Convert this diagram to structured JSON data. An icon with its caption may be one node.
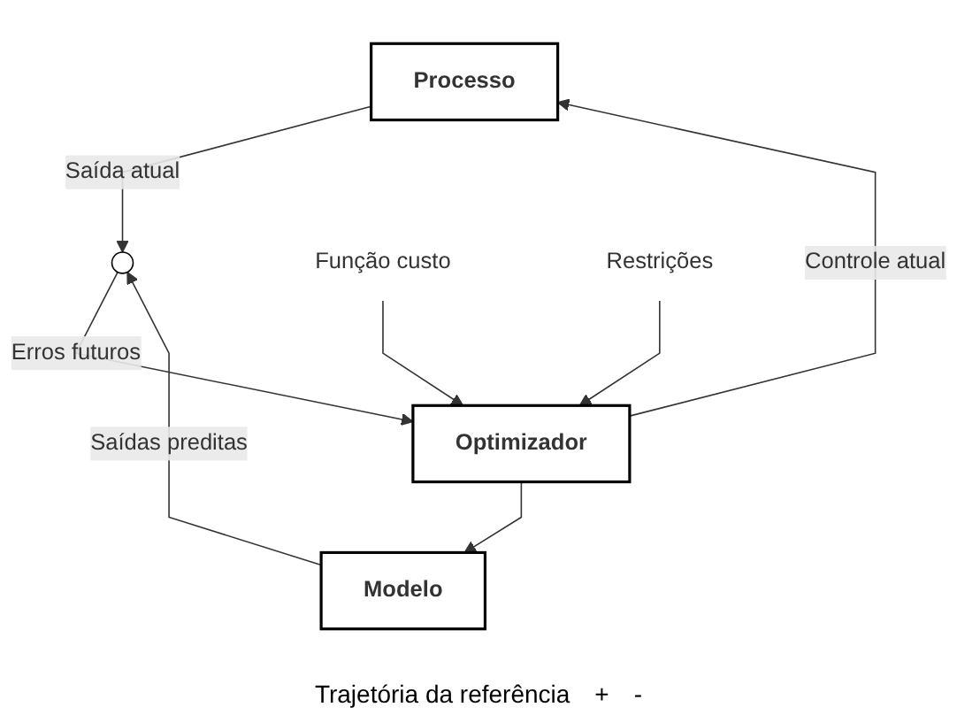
{
  "diagram": {
    "nodes": [
      {
        "text": [
          "Processo"
        ]
      },
      {
        "text": [
          "Modelo"
        ]
      },
      {
        "text": [
          "Optimizador"
        ]
      },
      {
        "text": [],
        "shape": "circle"
      },
      {
        "text": [
          "Função custo"
        ]
      },
      {
        "text": [
          "Restrições"
        ]
      }
    ],
    "edges": [
      {
        "from": 2,
        "to": 0,
        "label": "Controle atual",
        "arrow": "to"
      },
      {
        "from": 2,
        "to": 1,
        "arrow": "to"
      },
      {
        "from": 0,
        "to": 3,
        "label": "Saída atual",
        "arrow": "to"
      },
      {
        "from": 1,
        "to": 3,
        "label": "Saídas preditas",
        "arrow": "to"
      },
      {
        "from": 3,
        "to": 2,
        "label": "Erros futuros",
        "arrow": "to"
      },
      {
        "from": 4,
        "to": 2,
        "arrow": "to"
      },
      {
        "from": 5,
        "to": 2,
        "arrow": "to"
      }
    ],
    "labels": [
      "Trajetória da referência",
      "+",
      "-"
    ]
  }
}
